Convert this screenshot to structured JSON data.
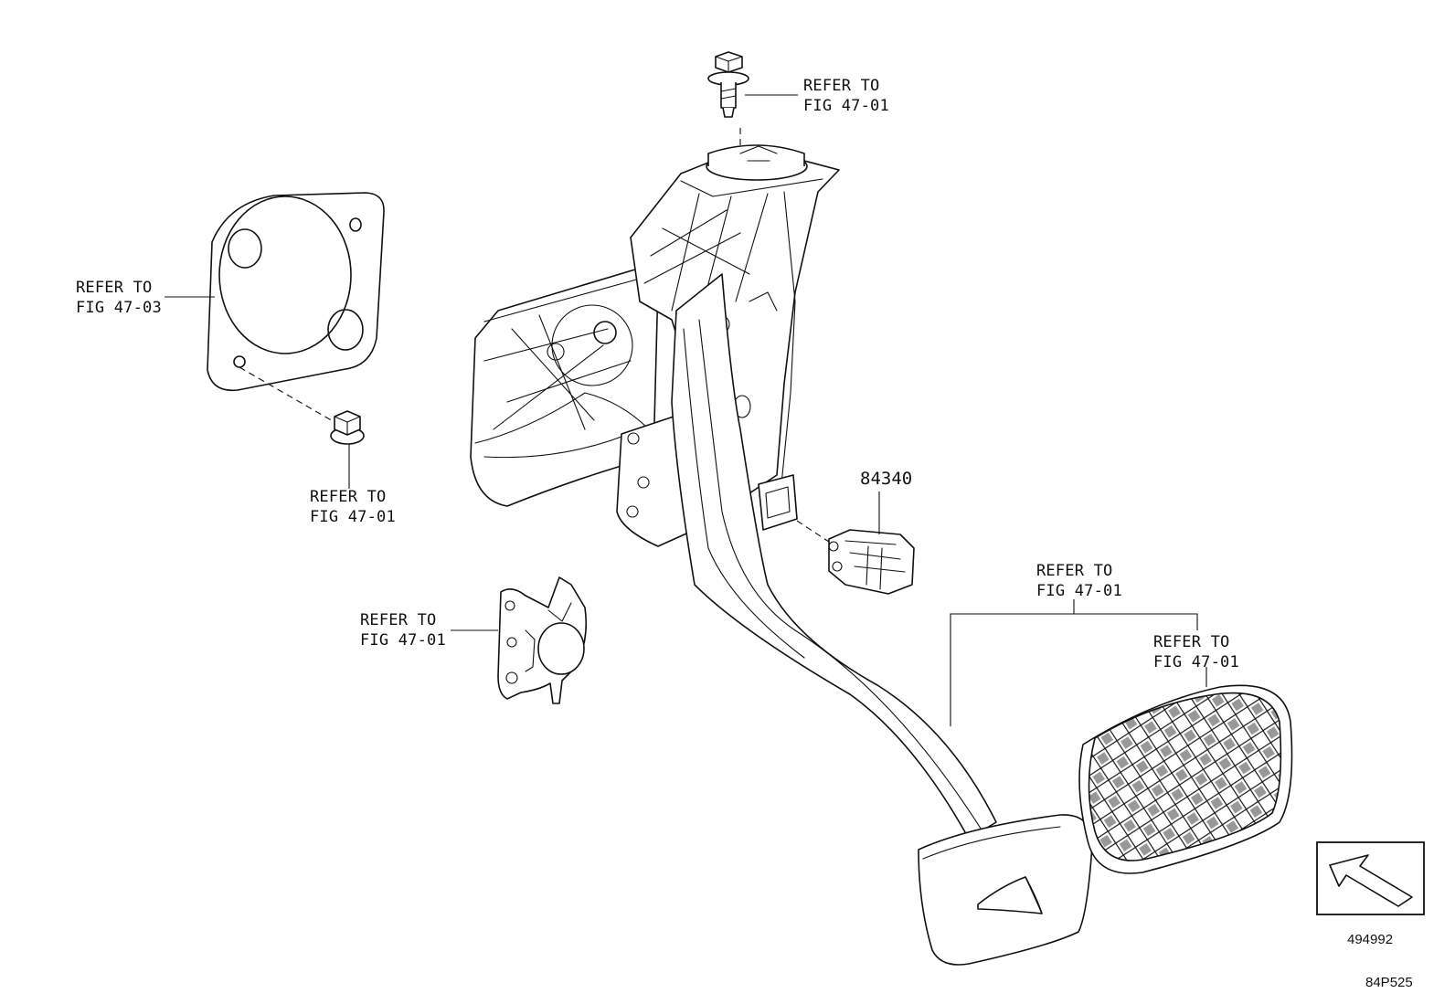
{
  "callouts": {
    "bolt_top": {
      "line1": "REFER TO",
      "line2": "FIG 47-01"
    },
    "gasket_left": {
      "line1": "REFER TO",
      "line2": "FIG 47-03"
    },
    "nut_left": {
      "line1": "REFER TO",
      "line2": "FIG 47-01"
    },
    "bracket_lower": {
      "line1": "REFER TO",
      "line2": "FIG 47-01"
    },
    "pedal_arm": {
      "line1": "REFER TO",
      "line2": "FIG 47-01"
    },
    "pedal_pad": {
      "line1": "REFER TO",
      "line2": "FIG 47-01"
    }
  },
  "part_number_switch": "84340",
  "direction_box_code": "494992",
  "figure_code": "84P525"
}
